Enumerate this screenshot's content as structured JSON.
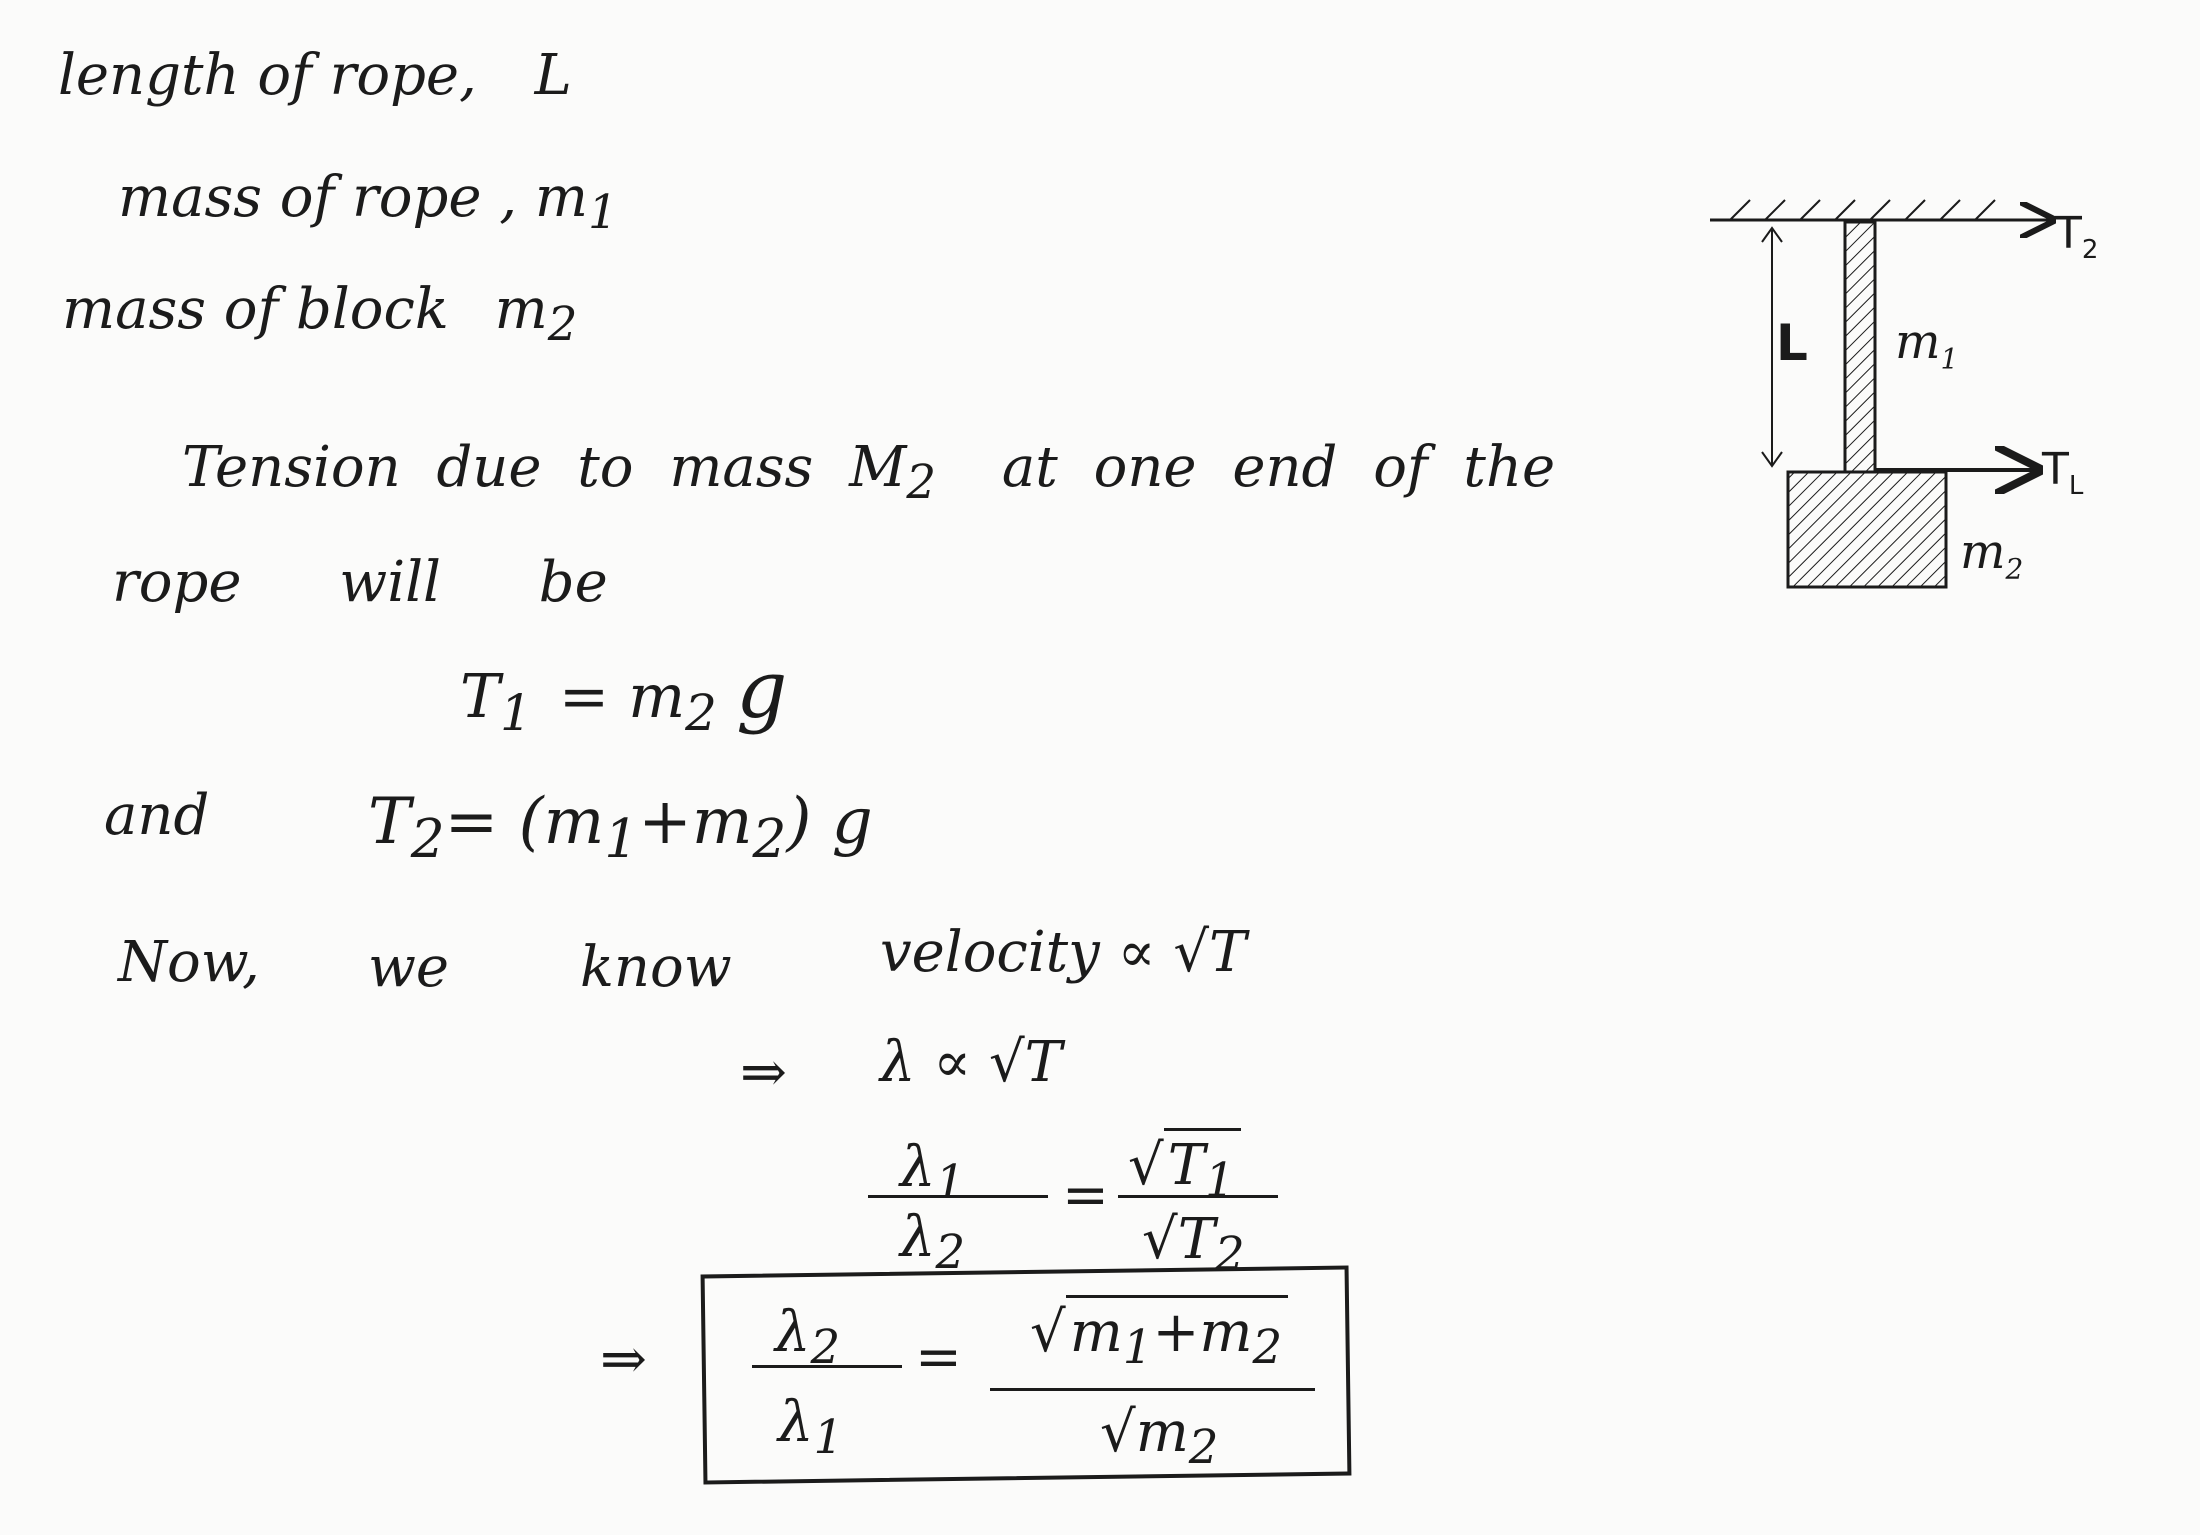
{
  "given": {
    "length_label": "length of rope,",
    "length_symbol": "L",
    "rope_mass_label": "mass of rope , m",
    "rope_mass_sub": "1",
    "block_mass_label": "mass of block",
    "block_mass_symbol": "m",
    "block_mass_sub": "2"
  },
  "statement": {
    "line1": "Tension due to mass M",
    "line1_sub": "2",
    "line1_tail": "at one end of the",
    "line2": "rope will be"
  },
  "equations": {
    "t1_lhs": "T",
    "t1_lhs_sub": "1",
    "t1_rhs": "= m",
    "t1_rhs_sub": "2",
    "t1_g": "g",
    "and": "and",
    "t2_lhs": "T",
    "t2_lhs_sub": "2",
    "t2_rhs": "= (m",
    "t2_m1_sub": "1",
    "t2_plus": "+m",
    "t2_m2_sub": "2",
    "t2_close": ") g"
  },
  "reasoning": {
    "now": "Now,",
    "we": "we",
    "know": "know",
    "velocity_rel": "velocity ∝ √T",
    "implies": "⇒",
    "lambda_rel": "λ ∝ √T"
  },
  "ratio": {
    "num": "λ",
    "num_sub": "1",
    "den": "λ",
    "den_sub": "2",
    "eq": "=",
    "rnum": "T",
    "rnum_sub": "1",
    "rden": "T",
    "rden_sub": "2"
  },
  "result": {
    "implies": "⇒",
    "num": "λ",
    "num_sub": "2",
    "den": "λ",
    "den_sub": "1",
    "eq": "=",
    "rnum": "m",
    "rnum_sub1": "1",
    "rnum_plus": "+m",
    "rnum_sub2": "2",
    "rden": "m",
    "rden_sub": "2"
  },
  "diagram": {
    "t2": "T",
    "t2_sub": "2",
    "tl": "T",
    "tl_sub": "L",
    "length": "L",
    "m1": "m",
    "m1_sub": "1",
    "m2": "m",
    "m2_sub": "2"
  }
}
